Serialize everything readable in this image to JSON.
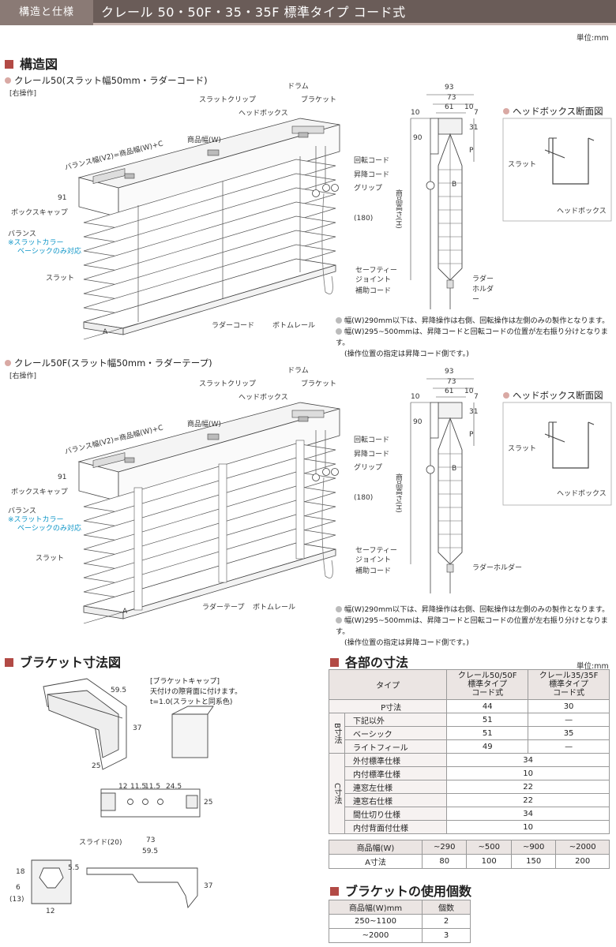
{
  "header": {
    "tag": "構造と仕様",
    "title": "クレール 50・50F・35・35F 標準タイプ コード式"
  },
  "unit_top": "単位:mm",
  "sections": {
    "structure": "構造図",
    "bracket": "ブラケット寸法図",
    "dims": "各部の寸法",
    "count": "ブラケットの使用個数"
  },
  "fig1": {
    "title": "クレール50(スラット幅50mm・ラダーコード)",
    "op": "[右操作]",
    "labels": {
      "drum": "ドラム",
      "slat_clip": "スラットクリップ",
      "bracket": "ブラケット",
      "headbox": "ヘッドボックス",
      "width": "商品幅(W)",
      "valance": "バランス幅(V2)=商品幅(W)+C",
      "rotate_cord": "回転コード",
      "lift_cord": "昇降コード",
      "grip": "グリップ",
      "box_cap": "ボックスキャップ",
      "d91": "91",
      "valance_lbl": "バランス",
      "slat_color": "※スラットカラー",
      "basic_only": "ベーシックのみ対応",
      "slat": "スラット",
      "h180": "(180)",
      "safety": "セーフティー",
      "joint": "ジョイント",
      "aux_cord": "補助コード",
      "ladder": "ラダーコード",
      "bottom_rail": "ボトムレール",
      "a": "A"
    },
    "side": {
      "d93": "93",
      "d73": "73",
      "d61": "61",
      "d10a": "10",
      "d10b": "10",
      "d7": "7",
      "d90": "90",
      "d31": "31",
      "p": "P",
      "b": "B",
      "height": "商品高さ(H)",
      "holder": "ラダーホルダー"
    },
    "section_title": "ヘッドボックス断面図",
    "sec_slat": "スラット",
    "sec_headbox": "ヘッドボックス",
    "notes": [
      "幅(W)290mm以下は、昇降操作は右側、回転操作は左側のみの製作となります。",
      "幅(W)295~500mmは、昇降コードと回転コードの位置が左右振り分けとなります。",
      "(操作位置の指定は昇降コード側です。)"
    ]
  },
  "fig2": {
    "title": "クレール50F(スラット幅50mm・ラダーテープ)",
    "op": "[右操作]",
    "ladder": "ラダーテープ",
    "holder": "ラダーホルダー"
  },
  "bracket_fig": {
    "cap_title": "[ブラケットキャップ]",
    "cap_l1": "天付けの際背面に付けます。",
    "cap_l2": "t=1.0(スラットと同系色)",
    "d59_5": "59.5",
    "d37": "37",
    "d25": "25",
    "d12": "12",
    "d11_5a": "11.5",
    "d11_5b": "11.5",
    "d24_5": "24.5",
    "d25b": "25",
    "slide": "スライド(20)",
    "d73": "73",
    "d59_5b": "59.5",
    "d5_5": "5.5",
    "d6": "6",
    "d18": "18",
    "d13": "(13)",
    "d12b": "12",
    "d37b": "37"
  },
  "dims_unit": "単位:mm",
  "dims_table": {
    "head": [
      "タイプ",
      "クレール50/50F\n標準タイプ\nコード式",
      "クレール35/35F\n標準タイプ\nコード式"
    ],
    "p_row": [
      "P寸法",
      "44",
      "30"
    ],
    "b_group": "B寸法",
    "b_rows": [
      [
        "下記以外",
        "51",
        "—"
      ],
      [
        "ベーシック",
        "51",
        "35"
      ],
      [
        "ライトフィール",
        "49",
        "—"
      ]
    ],
    "c_group": "C寸法",
    "c_rows": [
      [
        "外付標準仕様",
        "34"
      ],
      [
        "内付標準仕様",
        "10"
      ],
      [
        "連窓左仕様",
        "22"
      ],
      [
        "連窓右仕様",
        "22"
      ],
      [
        "間仕切り仕様",
        "34"
      ],
      [
        "内付背面付仕様",
        "10"
      ]
    ]
  },
  "a_table": {
    "head": [
      "商品幅(W)",
      "~290",
      "~500",
      "~900",
      "~2000"
    ],
    "row": [
      "A寸法",
      "80",
      "100",
      "150",
      "200"
    ]
  },
  "count_table": {
    "head": [
      "商品幅(W)mm",
      "個数"
    ],
    "rows": [
      [
        "250~1100",
        "2"
      ],
      [
        "~2000",
        "3"
      ]
    ]
  }
}
